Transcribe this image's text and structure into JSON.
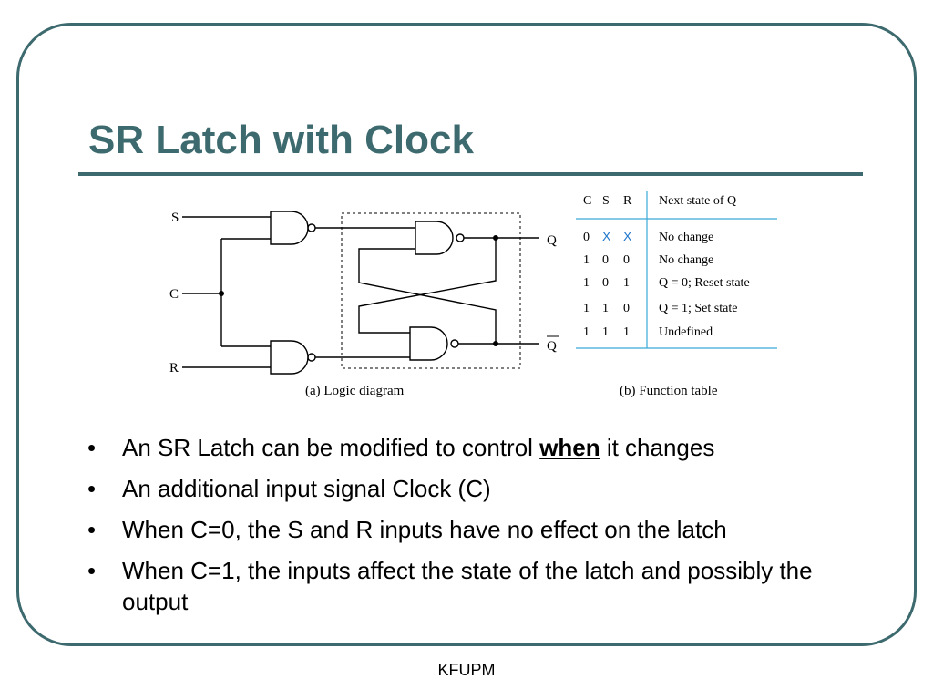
{
  "slide": {
    "title": "SR Latch with Clock",
    "footer": "KFUPM"
  },
  "diagram": {
    "labels": {
      "s": "S",
      "c": "C",
      "r": "R",
      "q": "Q",
      "q_bar": "Q"
    },
    "logic_caption": "(a) Logic diagram",
    "table_caption": "(b) Function table",
    "table_headers": {
      "c": "C",
      "s": "S",
      "r": "R",
      "next": "Next state of Q"
    },
    "table_rows": [
      {
        "c": "0",
        "s": "X",
        "r": "X",
        "next": "No change"
      },
      {
        "c": "1",
        "s": "0",
        "r": "0",
        "next": "No change"
      },
      {
        "c": "1",
        "s": "0",
        "r": "1",
        "next": "Q = 0; Reset state"
      },
      {
        "c": "1",
        "s": "1",
        "r": "0",
        "next": "Q = 1; Set state"
      },
      {
        "c": "1",
        "s": "1",
        "r": "1",
        "next": "Undefined"
      }
    ],
    "colors": {
      "table_rule": "#3aa9d8",
      "dont_care": "#2277cc"
    }
  },
  "bullets": {
    "b1_before": "An SR Latch can be modified to control ",
    "b1_em": "when",
    "b1_after": " it changes",
    "b2": "An additional input signal Clock (C)",
    "b3": "When C=0, the S and R inputs have no effect on the latch",
    "b4": "When C=1, the inputs affect the state of the latch and possibly the output"
  },
  "colors": {
    "accent": "#3d6a6e"
  }
}
